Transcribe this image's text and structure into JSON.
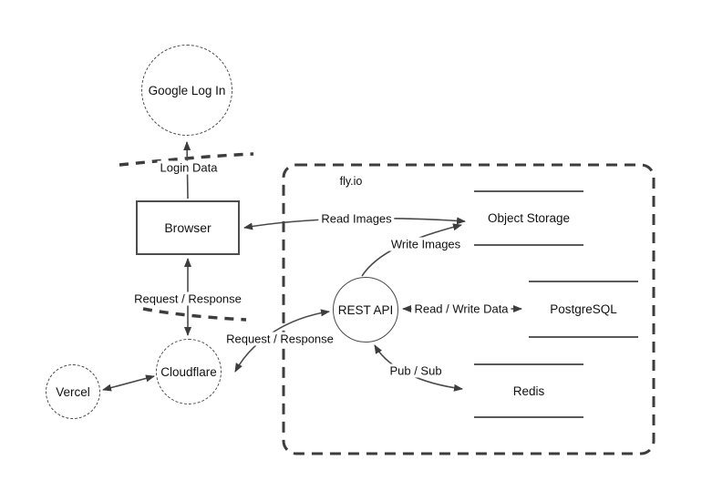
{
  "boundary": {
    "label": "fly.io"
  },
  "nodes": {
    "google_login": {
      "label": "Google Log In",
      "shape": "dashed-circle"
    },
    "browser": {
      "label": "Browser",
      "shape": "rectangle"
    },
    "vercel": {
      "label": "Vercel",
      "shape": "dashed-circle"
    },
    "cloudflare": {
      "label": "Cloudflare",
      "shape": "dashed-circle"
    },
    "rest_api": {
      "label": "REST API",
      "shape": "circle"
    },
    "object_storage": {
      "label": "Object Storage",
      "shape": "datastore"
    },
    "postgresql": {
      "label": "PostgreSQL",
      "shape": "datastore"
    },
    "redis": {
      "label": "Redis",
      "shape": "datastore"
    }
  },
  "edges": {
    "login_data": {
      "label": "Login Data",
      "from": "browser",
      "to": "google_login",
      "arrows": "single"
    },
    "read_images": {
      "label": "Read Images",
      "from": "object_storage",
      "to": "browser",
      "arrows": "double"
    },
    "write_images": {
      "label": "Write Images",
      "from": "rest_api",
      "to": "object_storage",
      "arrows": "single"
    },
    "browser_cloudflare": {
      "label": "Request / Response",
      "from": "browser",
      "to": "cloudflare",
      "arrows": "double"
    },
    "cloudflare_rest_api": {
      "label": "Request / Response",
      "from": "cloudflare",
      "to": "rest_api",
      "arrows": "double"
    },
    "read_write_data": {
      "label": "Read / Write Data",
      "from": "rest_api",
      "to": "postgresql",
      "arrows": "double"
    },
    "pub_sub": {
      "label": "Pub / Sub",
      "from": "rest_api",
      "to": "redis",
      "arrows": "double"
    }
  },
  "colors": {
    "background": "#ffffff",
    "line": "#4a4a4a",
    "trust_boundary": "#3d3d3d",
    "text": "#1a1a1a"
  }
}
